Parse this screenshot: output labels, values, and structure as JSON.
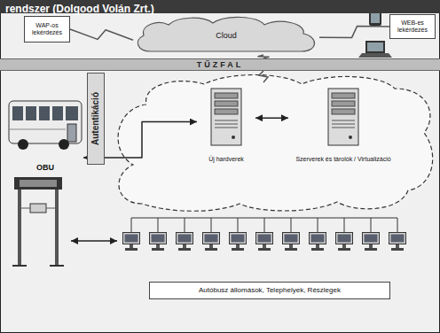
{
  "diagram": {
    "title": "rendszer (Dolgood Volán Zrt.)",
    "nodes": [
      {
        "text": [
          "Cloud"
        ]
      },
      {
        "text": [
          "WAP-os lekérdezés"
        ]
      },
      {
        "text": [
          "WEB-es lekérdezés"
        ]
      },
      {
        "text": [
          "TŰZFAL"
        ]
      },
      {
        "text": [
          "Autentikáció"
        ]
      },
      {
        "text": [
          "OBU"
        ]
      },
      {
        "text": [
          "Új hardverek"
        ]
      },
      {
        "text": [
          "Szerverek és tárolók / Virtualizáció"
        ]
      },
      {
        "text": [
          "Autóbusz állomások, Telephelyek, Részlegek"
        ]
      }
    ],
    "edges": [
      {
        "from": 1,
        "to": 0,
        "arrow": "none"
      },
      {
        "from": 0,
        "to": 2,
        "arrow": "none"
      },
      {
        "from": 0,
        "to": 3,
        "arrow": "none"
      },
      {
        "from": 5,
        "to": 6,
        "arrow": "both"
      },
      {
        "from": 6,
        "to": 7,
        "arrow": "both"
      }
    ]
  }
}
